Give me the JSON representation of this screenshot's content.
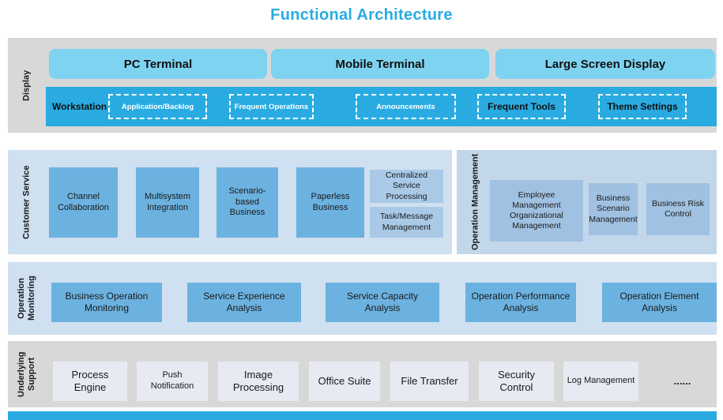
{
  "title": "Functional Architecture",
  "colors": {
    "accent": "#29abe2",
    "terminal_box": "#7ed3f1",
    "medium_blue_box": "#6cb2e0",
    "light_blue_box": "#a9c9e7",
    "management_box": "#a0c1e1",
    "support_box": "#e7eaf3",
    "gray_band": "#d8d8d8",
    "blue_band": "#cfe0f0",
    "management_band": "#c3d7ea"
  },
  "display": {
    "label": "Display",
    "terminals": [
      "PC Terminal",
      "Mobile Terminal",
      "Large Screen Display"
    ],
    "workstation": {
      "label": "Workstation",
      "items": [
        "Application/Backlog",
        "Frequent Operations",
        "Announcements",
        "Frequent Tools",
        "Theme Settings"
      ]
    }
  },
  "customer_service": {
    "label": "Customer Service",
    "boxes": [
      "Channel Collaboration",
      "Multisystem Integration",
      "Scenario-based Business",
      "Paperless Business"
    ],
    "stacked_boxes": [
      "Centralized Service Processing",
      "Task/Message Management"
    ]
  },
  "operation_management": {
    "label": "Operation Management",
    "boxes": [
      "Employee Management Organizational Management",
      "Business Scenario Management",
      "Business Risk Control"
    ]
  },
  "operation_monitoring": {
    "label": "Operation Monitoring",
    "boxes": [
      "Business Operation Monitoring",
      "Service Experience Analysis",
      "Service Capacity Analysis",
      "Operation Performance Analysis",
      "Operation Element Analysis"
    ]
  },
  "underlying_support": {
    "label": "Underlying Support",
    "boxes": [
      "Process Engine",
      "Push Notification",
      "Image Processing",
      "Office Suite",
      "File Transfer",
      "Security Control",
      "Log Management",
      "......"
    ]
  }
}
